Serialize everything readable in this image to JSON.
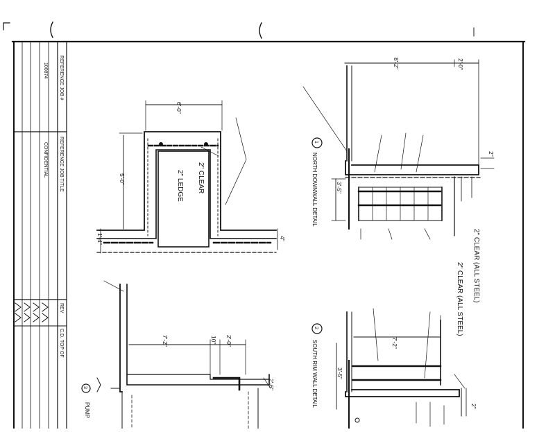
{
  "title_block": {
    "reference_job_no_label": "REFERENCE JOB #",
    "reference_job_no": "100874",
    "reference_job_title_label": "REFERENCE JOB TITLE",
    "reference_job_title": "CONFIDENTIAL",
    "rev_label": "REV",
    "sheet_code": "C.D. TOP OF"
  },
  "details": {
    "top_left": {
      "dim_width": "6'-0\"",
      "dim_height": "5'-0\"",
      "clear_note": "2\" CLEAR",
      "ledge_note": "2\" LEDGE",
      "dim_small": "1'-4\"",
      "dim_right": "4\""
    },
    "bottom_left": {
      "dim_main": "7'-2\"",
      "dim_mid": "10\"",
      "dim_right": "2'-0\"",
      "dim_side": "2'-6\"",
      "detail_number": "3",
      "detail_title": "PUMP"
    },
    "detail_1": {
      "number": "1",
      "title": "NORTH DOWNWALL DETAIL",
      "dim_top": "8'-2\"",
      "dim_top_right": "2'-0\"",
      "dim_height": "3'-5\"",
      "dim_right": "2\""
    },
    "detail_2": {
      "number": "2",
      "title": "SOUTH RIM WALL DETAIL",
      "dim_top": "7'-2\"",
      "dim_height": "3'-5\"",
      "dim_right": "2\""
    },
    "note_a": "2\" CLEAR (ALL STEEL)",
    "note_b": "2\" CLEAR (ALL STEEL)"
  }
}
